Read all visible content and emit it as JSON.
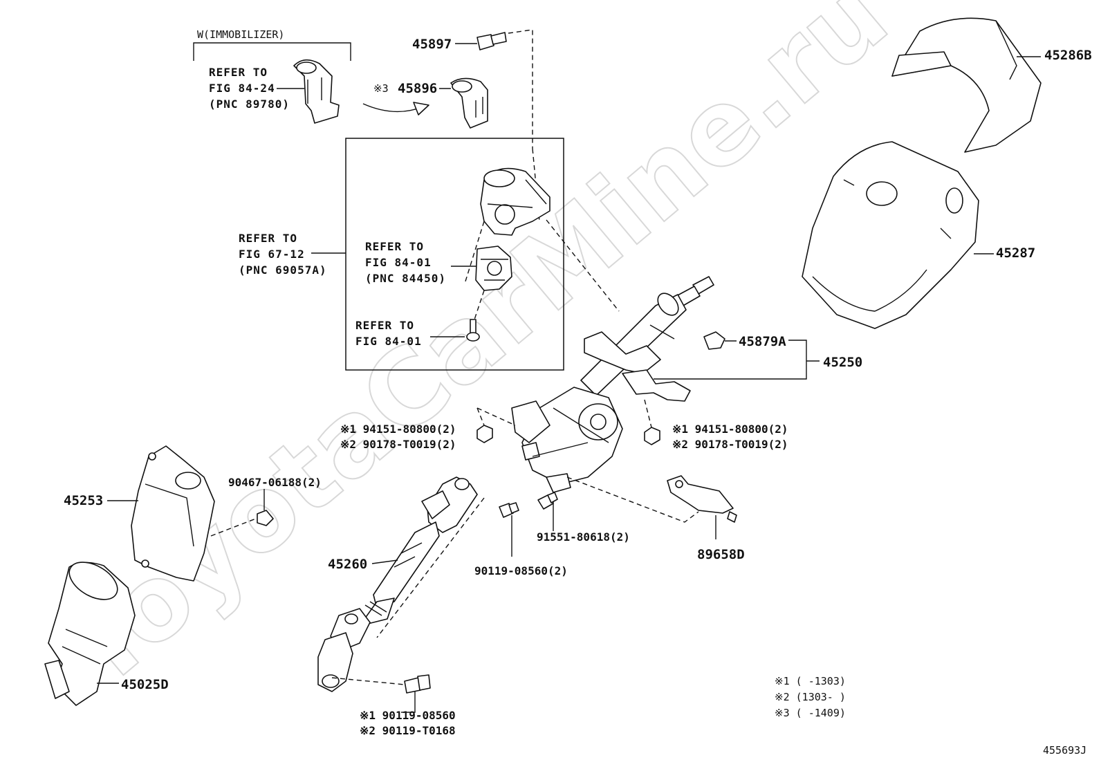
{
  "watermark": "ToyotaCarMine.ru",
  "figure_id": "455693J",
  "immobilizer": {
    "label": "W(IMMOBILIZER)",
    "refer_lines": [
      "REFER TO",
      "FIG 84-24",
      "(PNC 89780)"
    ]
  },
  "refer_67_12": [
    "REFER TO",
    "FIG 67-12",
    "(PNC 69057A)"
  ],
  "refer_84_01_a": [
    "REFER TO",
    "FIG 84-01",
    "(PNC 84450)"
  ],
  "refer_84_01_b": [
    "REFER TO",
    "FIG 84-01"
  ],
  "parts": {
    "p45897": "45897",
    "p45896_mark": "※3",
    "p45896": "45896",
    "p45286B": "45286B",
    "p45287": "45287",
    "p45879A": "45879A",
    "p45250": "45250",
    "p45253": "45253",
    "p45260": "45260",
    "p45025D": "45025D",
    "p89658D": "89658D",
    "p90467": "90467-06188(2)",
    "p91551": "91551-80618(2)",
    "p90119_a": "90119-08560(2)",
    "left_nut_1": "※1 94151-80800(2)",
    "left_nut_2": "※2 90178-T0019(2)",
    "right_nut_1": "※1 94151-80800(2)",
    "right_nut_2": "※2 90178-T0019(2)",
    "bottom_bolt_1": "※1 90119-08560",
    "bottom_bolt_2": "※2 90119-T0168"
  },
  "notes": [
    "※1 (      -1303)",
    "※2 (1303-       )",
    "※3 (      -1409)"
  ]
}
